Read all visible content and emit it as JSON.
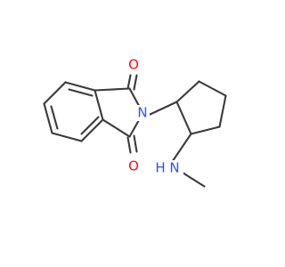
{
  "molecule": {
    "atom_labels": {
      "o_top": "O",
      "o_bottom": "O",
      "n_imide": "N",
      "n_amine": "N",
      "h_amine": "H"
    },
    "colors": {
      "bond": "#3a3a3a",
      "oxygen": "#ff0d0d",
      "nitrogen": "#3050f8",
      "background": "#ffffff"
    }
  }
}
